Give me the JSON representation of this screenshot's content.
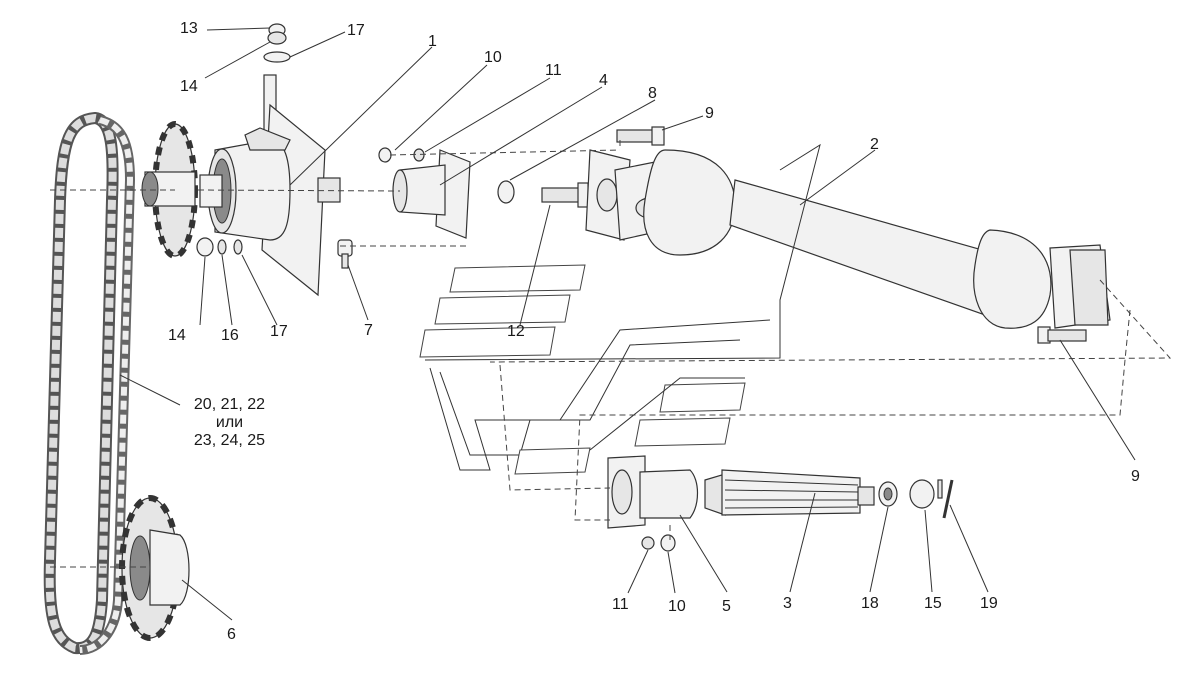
{
  "figure": {
    "type": "exploded-assembly",
    "callouts": {
      "c1": "1",
      "c2": "2",
      "c3": "3",
      "c4": "4",
      "c5": "5",
      "c6": "6",
      "c7": "7",
      "c8": "8",
      "c9a": "9",
      "c9b": "9",
      "c10a": "10",
      "c10b": "10",
      "c11a": "11",
      "c11b": "11",
      "c12": "12",
      "c13": "13",
      "c14a": "14",
      "c14b": "14",
      "c15": "15",
      "c16": "16",
      "c17a": "17",
      "c17b": "17",
      "c18": "18",
      "c19": "19"
    },
    "chain_label": {
      "line1": "20, 21, 22",
      "line2": "или",
      "line3": "23, 24, 25"
    }
  }
}
